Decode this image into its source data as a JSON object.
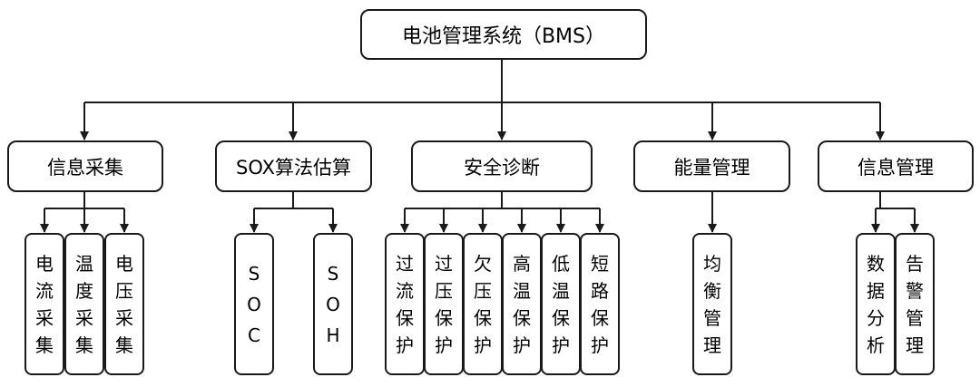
{
  "root": {
    "label": "电池管理系统（BMS）"
  },
  "categories": [
    {
      "label": "信息采集",
      "items": [
        "电流采集",
        "温度采集",
        "电压采集"
      ]
    },
    {
      "label": "SOX算法估算",
      "items": [
        "SOC",
        "SOH"
      ]
    },
    {
      "label": "安全诊断",
      "items": [
        "过流保护",
        "过压保护",
        "欠压保护",
        "高温保护",
        "低温保护",
        "短路保护"
      ]
    },
    {
      "label": "能量管理",
      "items": [
        "均衡管理"
      ]
    },
    {
      "label": "信息管理",
      "items": [
        "数据分析",
        "告警管理"
      ]
    }
  ]
}
